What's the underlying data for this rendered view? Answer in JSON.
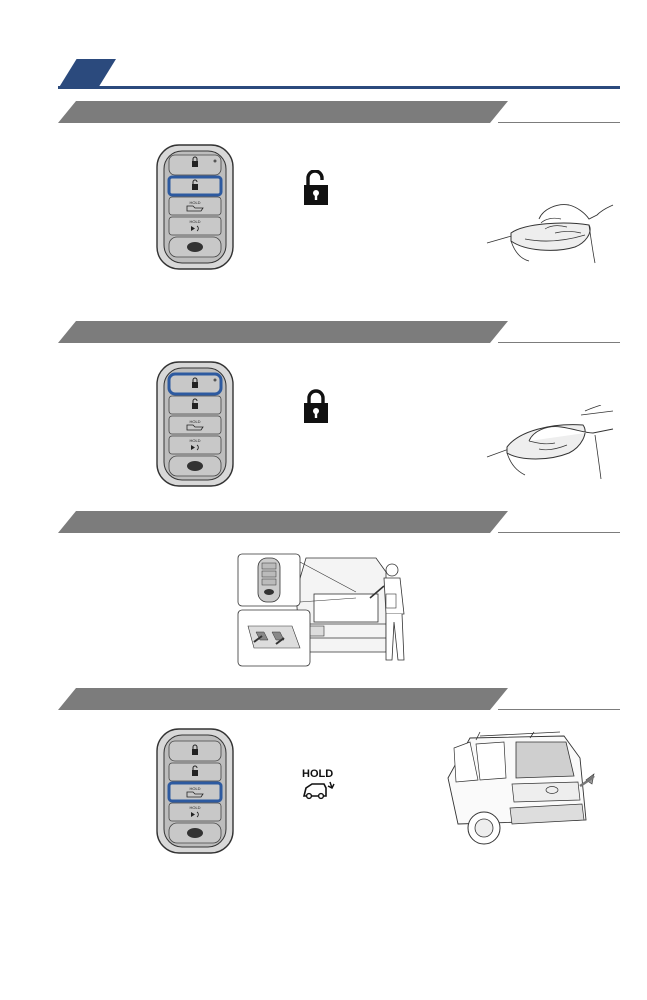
{
  "page": {
    "header_label": ""
  },
  "sections": [
    {
      "id": "unlock",
      "title": "",
      "icon": "padlock-open-icon"
    },
    {
      "id": "lock",
      "title": "",
      "icon": "padlock-closed-icon"
    },
    {
      "id": "keyfob-location",
      "title": ""
    },
    {
      "id": "power-back-door",
      "title": "",
      "icon": "back-door-icon",
      "hold_label": "HOLD"
    }
  ],
  "fob": {
    "hold_label": "HOLD"
  },
  "colors": {
    "accent": "#2b4a7d",
    "section_band": "#7c7c7c",
    "fob_highlight": "#2d5aa0"
  }
}
